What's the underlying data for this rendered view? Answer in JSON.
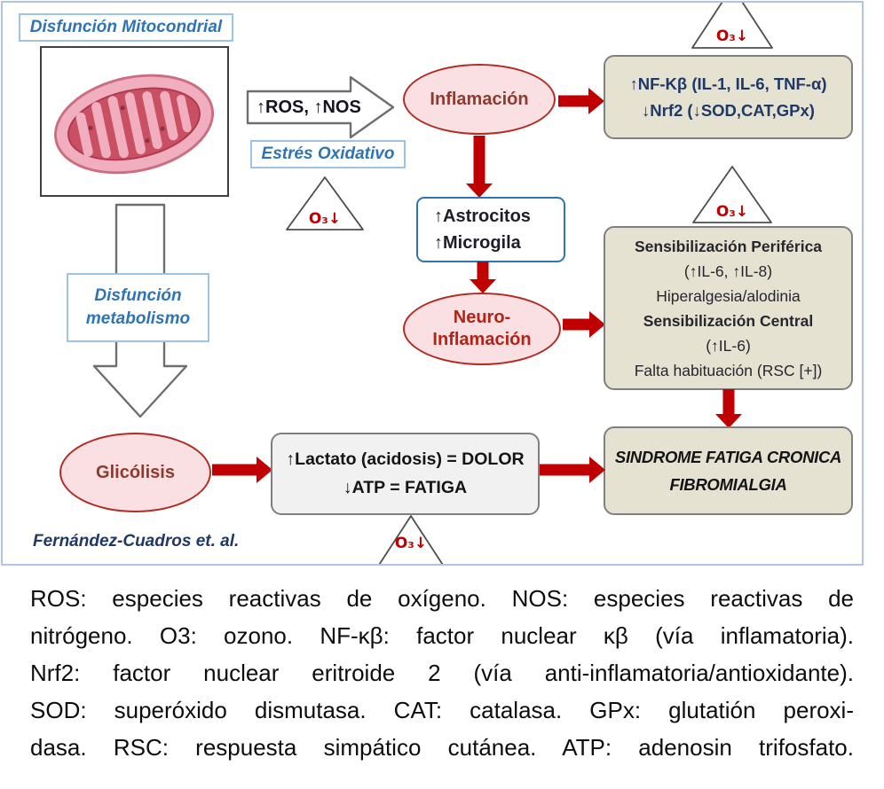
{
  "figure": {
    "mitochondrial_dysfunction_label": "Disfunción Mitocondrial",
    "ros_nos_label": "↑ROS, ↑NOS",
    "oxidative_stress_label": "Estrés Oxidativo",
    "ozone_label": "O₃↓",
    "inflammation_label": "Inflamación",
    "nfkb_box": {
      "line1": "↑NF-Κβ (IL-1, IL-6, TNF-α)",
      "line2": "↓Nrf2 (↓SOD,CAT,GPx)"
    },
    "astrocytes_box": {
      "line1": "↑Astrocitos",
      "line2": "↑Microgila"
    },
    "neuroinflammation": {
      "line1": "Neuro-",
      "line2": "Inflamación"
    },
    "sensitization_box": {
      "lines": [
        "Sensibilización Periférica",
        "(↑IL-6, ↑IL-8)",
        "Hiperalgesia/alodinia",
        "Sensibilización Central",
        "(↑IL-6)",
        "Falta habituación (RSC [+])"
      ]
    },
    "metabolic_dysfunction": {
      "line1": "Disfunción",
      "line2": "metabolismo"
    },
    "glycolysis_label": "Glicólisis",
    "lactate_box": {
      "line1": "↑Lactato (acidosis) = DOLOR",
      "line2": "↓ATP = FATIGA"
    },
    "syndrome_box": {
      "line1": "SINDROME FATIGA CRONICA",
      "line2": "FIBROMIALGIA"
    },
    "attribution": "Fernández-Cuadros et. al."
  },
  "caption": {
    "lines": [
      "ROS: especies reactivas de oxígeno. NOS: especies reactivas de",
      "nitrógeno. O3: ozono. NF-κβ: factor nuclear κβ (vía inflamatoria).",
      "Nrf2: factor nuclear eritroide 2 (vía anti-inflamatoria/antioxidante).",
      "SOD: superóxido dismutasa. CAT: catalasa. GPx: glutatión peroxi-",
      "dasa. RSC: respuesta simpático cutánea. ATP: adenosin trifosfato."
    ]
  },
  "colors": {
    "arrow_red": "#c00000",
    "label_blue": "#2e74b5",
    "navy_text": "#1f3864",
    "tan_box": "#e6e2d2",
    "pink_ellipse": "#fadfe3",
    "ellipse_border": "#b02c22",
    "figure_border": "#a9c6e8"
  }
}
